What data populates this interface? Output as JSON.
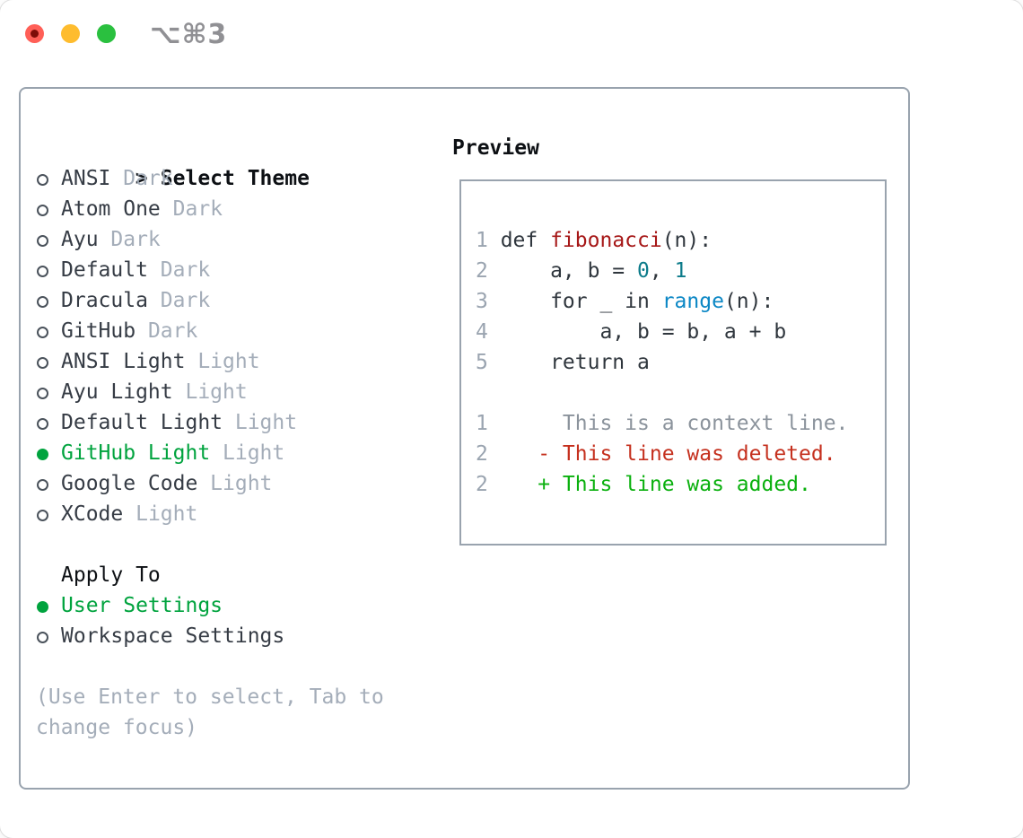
{
  "colors": {
    "light-red": "#ff5f57",
    "light-red-dot": "#7e0d08",
    "light-yellow": "#febc2e",
    "light-green": "#2ac03f",
    "title-gray": "#909094",
    "border-gray": "#99a3ae",
    "header-black": "#0d1014",
    "item-dark": "#363c45",
    "muted-gray": "#a4adb9",
    "radio-gray": "#4a525b",
    "accent-green": "#00a33e",
    "linenum-gray": "#9aa4b0",
    "code-fg": "#2f363d",
    "code-func": "#a61717",
    "code-number": "#0c7b8a",
    "code-builtin": "#0b87c5",
    "diff-context": "#8b939c",
    "diff-deleted": "#c5301e",
    "diff-added": "#0ab00e"
  },
  "titlebar": {
    "shortcut": "⌥⌘3"
  },
  "panel": {
    "select_theme": {
      "header_marker": ">",
      "header_label": "Select Theme",
      "themes": [
        {
          "name": "ANSI",
          "variant": "Dark",
          "selected": false
        },
        {
          "name": "Atom One",
          "variant": "Dark",
          "selected": false
        },
        {
          "name": "Ayu",
          "variant": "Dark",
          "selected": false
        },
        {
          "name": "Default",
          "variant": "Dark",
          "selected": false
        },
        {
          "name": "Dracula",
          "variant": "Dark",
          "selected": false
        },
        {
          "name": "GitHub",
          "variant": "Dark",
          "selected": false
        },
        {
          "name": "ANSI Light",
          "variant": "Light",
          "selected": false
        },
        {
          "name": "Ayu Light",
          "variant": "Light",
          "selected": false
        },
        {
          "name": "Default Light",
          "variant": "Light",
          "selected": false
        },
        {
          "name": "GitHub Light",
          "variant": "Light",
          "selected": true
        },
        {
          "name": "Google Code",
          "variant": "Light",
          "selected": false
        },
        {
          "name": "XCode",
          "variant": "Light",
          "selected": false
        }
      ],
      "apply_to": {
        "label": "Apply To",
        "options": [
          {
            "name": "User Settings",
            "selected": true
          },
          {
            "name": "Workspace Settings",
            "selected": false
          }
        ]
      },
      "hint_line1": "(Use Enter to select, Tab to",
      "hint_line2": "change focus)"
    },
    "preview": {
      "title": "Preview",
      "lines": [
        {
          "num": "1",
          "tokens": [
            {
              "text": "def ",
              "type": "code"
            },
            {
              "text": "fibonacci",
              "type": "function"
            },
            {
              "text": "(n):",
              "type": "code"
            }
          ]
        },
        {
          "num": "2",
          "tokens": [
            {
              "text": "    a, b = ",
              "type": "code"
            },
            {
              "text": "0",
              "type": "number"
            },
            {
              "text": ", ",
              "type": "code"
            },
            {
              "text": "1",
              "type": "number"
            }
          ]
        },
        {
          "num": "3",
          "tokens": [
            {
              "text": "    for _ in ",
              "type": "code"
            },
            {
              "text": "range",
              "type": "builtin"
            },
            {
              "text": "(n):",
              "type": "code"
            }
          ]
        },
        {
          "num": "4",
          "tokens": [
            {
              "text": "        a, b = b, a + b",
              "type": "code"
            }
          ]
        },
        {
          "num": "5",
          "tokens": [
            {
              "text": "    return a",
              "type": "code"
            }
          ]
        },
        {
          "num": "",
          "tokens": []
        },
        {
          "num": "1",
          "tokens": [
            {
              "text": "     This is a context line.",
              "type": "context"
            }
          ]
        },
        {
          "num": "2",
          "tokens": [
            {
              "text": "   - This line was deleted.",
              "type": "deleted"
            }
          ]
        },
        {
          "num": "2",
          "tokens": [
            {
              "text": "   + This line was added.",
              "type": "added"
            }
          ]
        }
      ]
    }
  }
}
